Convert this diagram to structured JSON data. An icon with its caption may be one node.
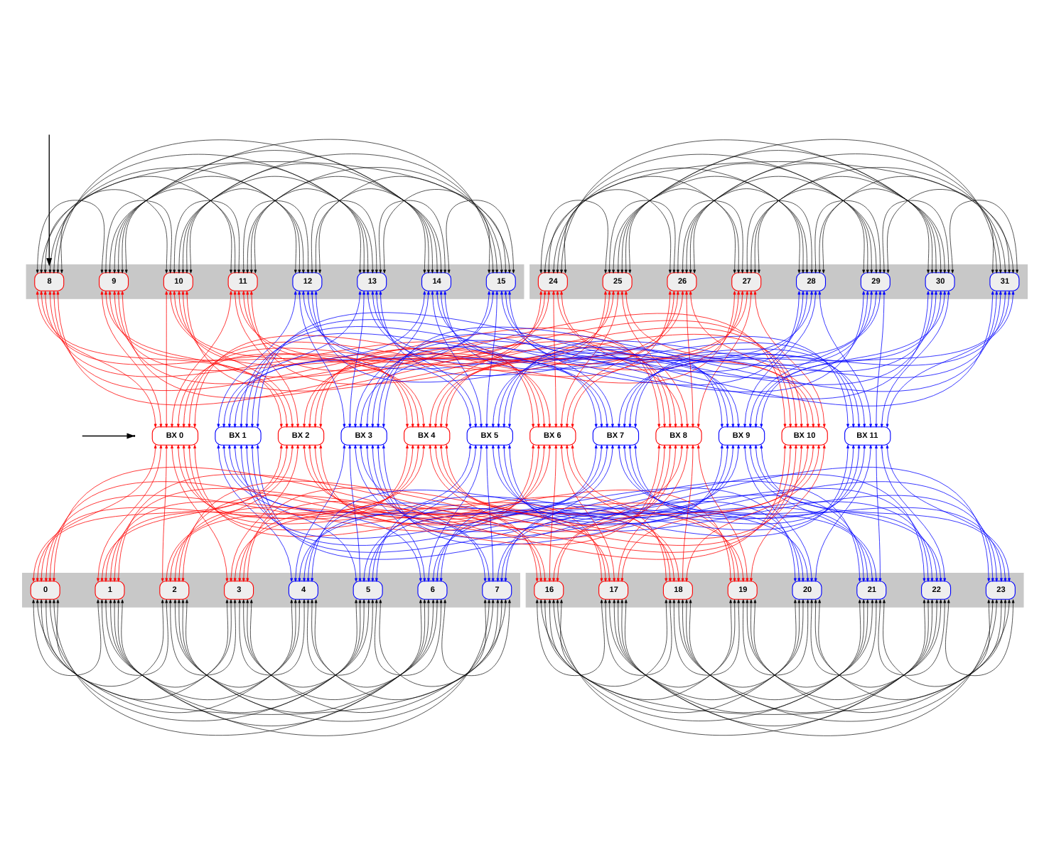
{
  "diagram": {
    "nodes": [
      {
        "text": [],
        "shape": "box"
      },
      {
        "text": [
          "8"
        ],
        "in": 0
      },
      {
        "text": [
          "9"
        ],
        "in": 0
      },
      {
        "text": [
          "10"
        ],
        "in": 0
      },
      {
        "text": [
          "11"
        ],
        "in": 0
      },
      {
        "text": [
          "12"
        ],
        "in": 0
      },
      {
        "text": [
          "13"
        ],
        "in": 0
      },
      {
        "text": [
          "14"
        ],
        "in": 0
      },
      {
        "text": [
          "15"
        ],
        "in": 0
      },
      {
        "text": [],
        "shape": "box"
      },
      {
        "text": [
          "24"
        ],
        "in": 9
      },
      {
        "text": [
          "25"
        ],
        "in": 9
      },
      {
        "text": [
          "26"
        ],
        "in": 9
      },
      {
        "text": [
          "27"
        ],
        "in": 9
      },
      {
        "text": [
          "28"
        ],
        "in": 9
      },
      {
        "text": [
          "29"
        ],
        "in": 9
      },
      {
        "text": [
          "30"
        ],
        "in": 9
      },
      {
        "text": [
          "31"
        ],
        "in": 9
      },
      {
        "text": [
          "BX 0"
        ]
      },
      {
        "text": [
          "BX 1"
        ]
      },
      {
        "text": [
          "BX 2"
        ]
      },
      {
        "text": [
          "BX 3"
        ]
      },
      {
        "text": [
          "BX 4"
        ]
      },
      {
        "text": [
          "BX 5"
        ]
      },
      {
        "text": [
          "BX 6"
        ]
      },
      {
        "text": [
          "BX 7"
        ]
      },
      {
        "text": [
          "BX 8"
        ]
      },
      {
        "text": [
          "BX 9"
        ]
      },
      {
        "text": [
          "BX 10"
        ]
      },
      {
        "text": [
          "BX 11"
        ]
      },
      {
        "text": [],
        "shape": "box"
      },
      {
        "text": [
          "0"
        ],
        "in": 30
      },
      {
        "text": [
          "1"
        ],
        "in": 30
      },
      {
        "text": [
          "2"
        ],
        "in": 30
      },
      {
        "text": [
          "3"
        ],
        "in": 30
      },
      {
        "text": [
          "4"
        ],
        "in": 30
      },
      {
        "text": [
          "5"
        ],
        "in": 30
      },
      {
        "text": [
          "6"
        ],
        "in": 30
      },
      {
        "text": [
          "7"
        ],
        "in": 30
      },
      {
        "text": [],
        "shape": "box"
      },
      {
        "text": [
          "16"
        ],
        "in": 39
      },
      {
        "text": [
          "17"
        ],
        "in": 39
      },
      {
        "text": [
          "18"
        ],
        "in": 39
      },
      {
        "text": [
          "19"
        ],
        "in": 39
      },
      {
        "text": [
          "20"
        ],
        "in": 39
      },
      {
        "text": [
          "21"
        ],
        "in": 39
      },
      {
        "text": [
          "22"
        ],
        "in": 39
      },
      {
        "text": [
          "23"
        ],
        "in": 39
      },
      {
        "text": [],
        "shape": "line"
      }
    ],
    "edges": [
      {
        "from": null,
        "to": 0,
        "arrow": "to"
      },
      {
        "from": null,
        "to": 48,
        "arrow": "to"
      },
      {
        "from": 1,
        "to": 2,
        "arrow": "both"
      },
      {
        "from": 1,
        "to": 3,
        "arrow": "both"
      },
      {
        "from": 1,
        "to": 4,
        "arrow": "both"
      },
      {
        "from": 1,
        "to": 5,
        "arrow": "both"
      },
      {
        "from": 1,
        "to": 6,
        "arrow": "both"
      },
      {
        "from": 1,
        "to": 7,
        "arrow": "both"
      },
      {
        "from": 1,
        "to": 8,
        "arrow": "both"
      },
      {
        "from": 2,
        "to": 3,
        "arrow": "both"
      },
      {
        "from": 2,
        "to": 4,
        "arrow": "both"
      },
      {
        "from": 2,
        "to": 5,
        "arrow": "both"
      },
      {
        "from": 2,
        "to": 6,
        "arrow": "both"
      },
      {
        "from": 2,
        "to": 7,
        "arrow": "both"
      },
      {
        "from": 2,
        "to": 8,
        "arrow": "both"
      },
      {
        "from": 3,
        "to": 4,
        "arrow": "both"
      },
      {
        "from": 3,
        "to": 5,
        "arrow": "both"
      },
      {
        "from": 3,
        "to": 6,
        "arrow": "both"
      },
      {
        "from": 3,
        "to": 7,
        "arrow": "both"
      },
      {
        "from": 3,
        "to": 8,
        "arrow": "both"
      },
      {
        "from": 4,
        "to": 5,
        "arrow": "both"
      },
      {
        "from": 4,
        "to": 6,
        "arrow": "both"
      },
      {
        "from": 4,
        "to": 7,
        "arrow": "both"
      },
      {
        "from": 4,
        "to": 8,
        "arrow": "both"
      },
      {
        "from": 5,
        "to": 6,
        "arrow": "both"
      },
      {
        "from": 5,
        "to": 7,
        "arrow": "both"
      },
      {
        "from": 5,
        "to": 8,
        "arrow": "both"
      },
      {
        "from": 6,
        "to": 7,
        "arrow": "both"
      },
      {
        "from": 6,
        "to": 8,
        "arrow": "both"
      },
      {
        "from": 7,
        "to": 8,
        "arrow": "both"
      },
      {
        "from": 10,
        "to": 11,
        "arrow": "both"
      },
      {
        "from": 10,
        "to": 12,
        "arrow": "both"
      },
      {
        "from": 10,
        "to": 13,
        "arrow": "both"
      },
      {
        "from": 10,
        "to": 14,
        "arrow": "both"
      },
      {
        "from": 10,
        "to": 15,
        "arrow": "both"
      },
      {
        "from": 10,
        "to": 16,
        "arrow": "both"
      },
      {
        "from": 10,
        "to": 17,
        "arrow": "both"
      },
      {
        "from": 11,
        "to": 12,
        "arrow": "both"
      },
      {
        "from": 11,
        "to": 13,
        "arrow": "both"
      },
      {
        "from": 11,
        "to": 14,
        "arrow": "both"
      },
      {
        "from": 11,
        "to": 15,
        "arrow": "both"
      },
      {
        "from": 11,
        "to": 16,
        "arrow": "both"
      },
      {
        "from": 11,
        "to": 17,
        "arrow": "both"
      },
      {
        "from": 12,
        "to": 13,
        "arrow": "both"
      },
      {
        "from": 12,
        "to": 14,
        "arrow": "both"
      },
      {
        "from": 12,
        "to": 15,
        "arrow": "both"
      },
      {
        "from": 12,
        "to": 16,
        "arrow": "both"
      },
      {
        "from": 12,
        "to": 17,
        "arrow": "both"
      },
      {
        "from": 13,
        "to": 14,
        "arrow": "both"
      },
      {
        "from": 13,
        "to": 15,
        "arrow": "both"
      },
      {
        "from": 13,
        "to": 16,
        "arrow": "both"
      },
      {
        "from": 13,
        "to": 17,
        "arrow": "both"
      },
      {
        "from": 14,
        "to": 15,
        "arrow": "both"
      },
      {
        "from": 14,
        "to": 16,
        "arrow": "both"
      },
      {
        "from": 14,
        "to": 17,
        "arrow": "both"
      },
      {
        "from": 15,
        "to": 16,
        "arrow": "both"
      },
      {
        "from": 15,
        "to": 17,
        "arrow": "both"
      },
      {
        "from": 16,
        "to": 17,
        "arrow": "both"
      },
      {
        "from": 31,
        "to": 32,
        "arrow": "both"
      },
      {
        "from": 31,
        "to": 33,
        "arrow": "both"
      },
      {
        "from": 31,
        "to": 34,
        "arrow": "both"
      },
      {
        "from": 31,
        "to": 35,
        "arrow": "both"
      },
      {
        "from": 31,
        "to": 36,
        "arrow": "both"
      },
      {
        "from": 31,
        "to": 37,
        "arrow": "both"
      },
      {
        "from": 31,
        "to": 38,
        "arrow": "both"
      },
      {
        "from": 32,
        "to": 33,
        "arrow": "both"
      },
      {
        "from": 32,
        "to": 34,
        "arrow": "both"
      },
      {
        "from": 32,
        "to": 35,
        "arrow": "both"
      },
      {
        "from": 32,
        "to": 36,
        "arrow": "both"
      },
      {
        "from": 32,
        "to": 37,
        "arrow": "both"
      },
      {
        "from": 32,
        "to": 38,
        "arrow": "both"
      },
      {
        "from": 33,
        "to": 34,
        "arrow": "both"
      },
      {
        "from": 33,
        "to": 35,
        "arrow": "both"
      },
      {
        "from": 33,
        "to": 36,
        "arrow": "both"
      },
      {
        "from": 33,
        "to": 37,
        "arrow": "both"
      },
      {
        "from": 33,
        "to": 38,
        "arrow": "both"
      },
      {
        "from": 34,
        "to": 35,
        "arrow": "both"
      },
      {
        "from": 34,
        "to": 36,
        "arrow": "both"
      },
      {
        "from": 34,
        "to": 37,
        "arrow": "both"
      },
      {
        "from": 34,
        "to": 38,
        "arrow": "both"
      },
      {
        "from": 35,
        "to": 36,
        "arrow": "both"
      },
      {
        "from": 35,
        "to": 37,
        "arrow": "both"
      },
      {
        "from": 35,
        "to": 38,
        "arrow": "both"
      },
      {
        "from": 36,
        "to": 37,
        "arrow": "both"
      },
      {
        "from": 36,
        "to": 38,
        "arrow": "both"
      },
      {
        "from": 37,
        "to": 38,
        "arrow": "both"
      },
      {
        "from": 40,
        "to": 41,
        "arrow": "both"
      },
      {
        "from": 40,
        "to": 42,
        "arrow": "both"
      },
      {
        "from": 40,
        "to": 43,
        "arrow": "both"
      },
      {
        "from": 40,
        "to": 44,
        "arrow": "both"
      },
      {
        "from": 40,
        "to": 45,
        "arrow": "both"
      },
      {
        "from": 40,
        "to": 46,
        "arrow": "both"
      },
      {
        "from": 40,
        "to": 47,
        "arrow": "both"
      },
      {
        "from": 41,
        "to": 42,
        "arrow": "both"
      },
      {
        "from": 41,
        "to": 43,
        "arrow": "both"
      },
      {
        "from": 41,
        "to": 44,
        "arrow": "both"
      },
      {
        "from": 41,
        "to": 45,
        "arrow": "both"
      },
      {
        "from": 41,
        "to": 46,
        "arrow": "both"
      },
      {
        "from": 41,
        "to": 47,
        "arrow": "both"
      },
      {
        "from": 42,
        "to": 43,
        "arrow": "both"
      },
      {
        "from": 42,
        "to": 44,
        "arrow": "both"
      },
      {
        "from": 42,
        "to": 45,
        "arrow": "both"
      },
      {
        "from": 42,
        "to": 46,
        "arrow": "both"
      },
      {
        "from": 42,
        "to": 47,
        "arrow": "both"
      },
      {
        "from": 43,
        "to": 44,
        "arrow": "both"
      },
      {
        "from": 43,
        "to": 45,
        "arrow": "both"
      },
      {
        "from": 43,
        "to": 46,
        "arrow": "both"
      },
      {
        "from": 43,
        "to": 47,
        "arrow": "both"
      },
      {
        "from": 44,
        "to": 45,
        "arrow": "both"
      },
      {
        "from": 44,
        "to": 46,
        "arrow": "both"
      },
      {
        "from": 44,
        "to": 47,
        "arrow": "both"
      },
      {
        "from": 45,
        "to": 46,
        "arrow": "both"
      },
      {
        "from": 45,
        "to": 47,
        "arrow": "both"
      },
      {
        "from": 46,
        "to": 47,
        "arrow": "both"
      },
      {
        "from": 1,
        "to": 18,
        "arrow": "both",
        "color": "#ff0000"
      },
      {
        "from": 2,
        "to": 18,
        "arrow": "both",
        "color": "#ff0000"
      },
      {
        "from": 3,
        "to": 18,
        "arrow": "both",
        "color": "#ff0000"
      },
      {
        "from": 4,
        "to": 18,
        "arrow": "both",
        "color": "#ff0000"
      },
      {
        "from": 10,
        "to": 18,
        "arrow": "both",
        "color": "#ff0000"
      },
      {
        "from": 11,
        "to": 18,
        "arrow": "both",
        "color": "#ff0000"
      },
      {
        "from": 12,
        "to": 18,
        "arrow": "both",
        "color": "#ff0000"
      },
      {
        "from": 13,
        "to": 18,
        "arrow": "both",
        "color": "#ff0000"
      },
      {
        "from": 18,
        "to": 31,
        "arrow": "both",
        "color": "#ff0000"
      },
      {
        "from": 18,
        "to": 32,
        "arrow": "both",
        "color": "#ff0000"
      },
      {
        "from": 18,
        "to": 33,
        "arrow": "both",
        "color": "#ff0000"
      },
      {
        "from": 18,
        "to": 34,
        "arrow": "both",
        "color": "#ff0000"
      },
      {
        "from": 18,
        "to": 40,
        "arrow": "both",
        "color": "#ff0000"
      },
      {
        "from": 18,
        "to": 41,
        "arrow": "both",
        "color": "#ff0000"
      },
      {
        "from": 18,
        "to": 42,
        "arrow": "both",
        "color": "#ff0000"
      },
      {
        "from": 18,
        "to": 43,
        "arrow": "both",
        "color": "#ff0000"
      },
      {
        "from": 5,
        "to": 19,
        "arrow": "both",
        "color": "#0000ff"
      },
      {
        "from": 6,
        "to": 19,
        "arrow": "both",
        "color": "#0000ff"
      },
      {
        "from": 7,
        "to": 19,
        "arrow": "both",
        "color": "#0000ff"
      },
      {
        "from": 8,
        "to": 19,
        "arrow": "both",
        "color": "#0000ff"
      },
      {
        "from": 14,
        "to": 19,
        "arrow": "both",
        "color": "#0000ff"
      },
      {
        "from": 15,
        "to": 19,
        "arrow": "both",
        "color": "#0000ff"
      },
      {
        "from": 16,
        "to": 19,
        "arrow": "both",
        "color": "#0000ff"
      },
      {
        "from": 17,
        "to": 19,
        "arrow": "both",
        "color": "#0000ff"
      },
      {
        "from": 19,
        "to": 35,
        "arrow": "both",
        "color": "#0000ff"
      },
      {
        "from": 19,
        "to": 36,
        "arrow": "both",
        "color": "#0000ff"
      },
      {
        "from": 19,
        "to": 37,
        "arrow": "both",
        "color": "#0000ff"
      },
      {
        "from": 19,
        "to": 38,
        "arrow": "both",
        "color": "#0000ff"
      },
      {
        "from": 19,
        "to": 44,
        "arrow": "both",
        "color": "#0000ff"
      },
      {
        "from": 19,
        "to": 45,
        "arrow": "both",
        "color": "#0000ff"
      },
      {
        "from": 19,
        "to": 46,
        "arrow": "both",
        "color": "#0000ff"
      },
      {
        "from": 19,
        "to": 47,
        "arrow": "both",
        "color": "#0000ff"
      },
      {
        "from": 1,
        "to": 20,
        "arrow": "both",
        "color": "#ff0000"
      },
      {
        "from": 2,
        "to": 20,
        "arrow": "both",
        "color": "#ff0000"
      },
      {
        "from": 3,
        "to": 20,
        "arrow": "both",
        "color": "#ff0000"
      },
      {
        "from": 4,
        "to": 20,
        "arrow": "both",
        "color": "#ff0000"
      },
      {
        "from": 10,
        "to": 20,
        "arrow": "both",
        "color": "#ff0000"
      },
      {
        "from": 11,
        "to": 20,
        "arrow": "both",
        "color": "#ff0000"
      },
      {
        "from": 12,
        "to": 20,
        "arrow": "both",
        "color": "#ff0000"
      },
      {
        "from": 13,
        "to": 20,
        "arrow": "both",
        "color": "#ff0000"
      },
      {
        "from": 20,
        "to": 31,
        "arrow": "both",
        "color": "#ff0000"
      },
      {
        "from": 20,
        "to": 32,
        "arrow": "both",
        "color": "#ff0000"
      },
      {
        "from": 20,
        "to": 33,
        "arrow": "both",
        "color": "#ff0000"
      },
      {
        "from": 20,
        "to": 34,
        "arrow": "both",
        "color": "#ff0000"
      },
      {
        "from": 20,
        "to": 40,
        "arrow": "both",
        "color": "#ff0000"
      },
      {
        "from": 20,
        "to": 41,
        "arrow": "both",
        "color": "#ff0000"
      },
      {
        "from": 20,
        "to": 42,
        "arrow": "both",
        "color": "#ff0000"
      },
      {
        "from": 20,
        "to": 43,
        "arrow": "both",
        "color": "#ff0000"
      },
      {
        "from": 5,
        "to": 21,
        "arrow": "both",
        "color": "#0000ff"
      },
      {
        "from": 6,
        "to": 21,
        "arrow": "both",
        "color": "#0000ff"
      },
      {
        "from": 7,
        "to": 21,
        "arrow": "both",
        "color": "#0000ff"
      },
      {
        "from": 8,
        "to": 21,
        "arrow": "both",
        "color": "#0000ff"
      },
      {
        "from": 14,
        "to": 21,
        "arrow": "both",
        "color": "#0000ff"
      },
      {
        "from": 15,
        "to": 21,
        "arrow": "both",
        "color": "#0000ff"
      },
      {
        "from": 16,
        "to": 21,
        "arrow": "both",
        "color": "#0000ff"
      },
      {
        "from": 17,
        "to": 21,
        "arrow": "both",
        "color": "#0000ff"
      },
      {
        "from": 21,
        "to": 35,
        "arrow": "both",
        "color": "#0000ff"
      },
      {
        "from": 21,
        "to": 36,
        "arrow": "both",
        "color": "#0000ff"
      },
      {
        "from": 21,
        "to": 37,
        "arrow": "both",
        "color": "#0000ff"
      },
      {
        "from": 21,
        "to": 38,
        "arrow": "both",
        "color": "#0000ff"
      },
      {
        "from": 21,
        "to": 44,
        "arrow": "both",
        "color": "#0000ff"
      },
      {
        "from": 21,
        "to": 45,
        "arrow": "both",
        "color": "#0000ff"
      },
      {
        "from": 21,
        "to": 46,
        "arrow": "both",
        "color": "#0000ff"
      },
      {
        "from": 21,
        "to": 47,
        "arrow": "both",
        "color": "#0000ff"
      },
      {
        "from": 1,
        "to": 22,
        "arrow": "both",
        "color": "#ff0000"
      },
      {
        "from": 2,
        "to": 22,
        "arrow": "both",
        "color": "#ff0000"
      },
      {
        "from": 3,
        "to": 22,
        "arrow": "both",
        "color": "#ff0000"
      },
      {
        "from": 4,
        "to": 22,
        "arrow": "both",
        "color": "#ff0000"
      },
      {
        "from": 10,
        "to": 22,
        "arrow": "both",
        "color": "#ff0000"
      },
      {
        "from": 11,
        "to": 22,
        "arrow": "both",
        "color": "#ff0000"
      },
      {
        "from": 12,
        "to": 22,
        "arrow": "both",
        "color": "#ff0000"
      },
      {
        "from": 13,
        "to": 22,
        "arrow": "both",
        "color": "#ff0000"
      },
      {
        "from": 22,
        "to": 31,
        "arrow": "both",
        "color": "#ff0000"
      },
      {
        "from": 22,
        "to": 32,
        "arrow": "both",
        "color": "#ff0000"
      },
      {
        "from": 22,
        "to": 33,
        "arrow": "both",
        "color": "#ff0000"
      },
      {
        "from": 22,
        "to": 34,
        "arrow": "both",
        "color": "#ff0000"
      },
      {
        "from": 22,
        "to": 40,
        "arrow": "both",
        "color": "#ff0000"
      },
      {
        "from": 22,
        "to": 41,
        "arrow": "both",
        "color": "#ff0000"
      },
      {
        "from": 22,
        "to": 42,
        "arrow": "both",
        "color": "#ff0000"
      },
      {
        "from": 22,
        "to": 43,
        "arrow": "both",
        "color": "#ff0000"
      },
      {
        "from": 5,
        "to": 23,
        "arrow": "both",
        "color": "#0000ff"
      },
      {
        "from": 6,
        "to": 23,
        "arrow": "both",
        "color": "#0000ff"
      },
      {
        "from": 7,
        "to": 23,
        "arrow": "both",
        "color": "#0000ff"
      },
      {
        "from": 8,
        "to": 23,
        "arrow": "both",
        "color": "#0000ff"
      },
      {
        "from": 14,
        "to": 23,
        "arrow": "both",
        "color": "#0000ff"
      },
      {
        "from": 15,
        "to": 23,
        "arrow": "both",
        "color": "#0000ff"
      },
      {
        "from": 16,
        "to": 23,
        "arrow": "both",
        "color": "#0000ff"
      },
      {
        "from": 17,
        "to": 23,
        "arrow": "both",
        "color": "#0000ff"
      },
      {
        "from": 23,
        "to": 35,
        "arrow": "both",
        "color": "#0000ff"
      },
      {
        "from": 23,
        "to": 36,
        "arrow": "both",
        "color": "#0000ff"
      },
      {
        "from": 23,
        "to": 37,
        "arrow": "both",
        "color": "#0000ff"
      },
      {
        "from": 23,
        "to": 38,
        "arrow": "both",
        "color": "#0000ff"
      },
      {
        "from": 23,
        "to": 44,
        "arrow": "both",
        "color": "#0000ff"
      },
      {
        "from": 23,
        "to": 45,
        "arrow": "both",
        "color": "#0000ff"
      },
      {
        "from": 23,
        "to": 46,
        "arrow": "both",
        "color": "#0000ff"
      },
      {
        "from": 23,
        "to": 47,
        "arrow": "both",
        "color": "#0000ff"
      },
      {
        "from": 1,
        "to": 24,
        "arrow": "both",
        "color": "#ff0000"
      },
      {
        "from": 2,
        "to": 24,
        "arrow": "both",
        "color": "#ff0000"
      },
      {
        "from": 3,
        "to": 24,
        "arrow": "both",
        "color": "#ff0000"
      },
      {
        "from": 4,
        "to": 24,
        "arrow": "both",
        "color": "#ff0000"
      },
      {
        "from": 10,
        "to": 24,
        "arrow": "both",
        "color": "#ff0000"
      },
      {
        "from": 11,
        "to": 24,
        "arrow": "both",
        "color": "#ff0000"
      },
      {
        "from": 12,
        "to": 24,
        "arrow": "both",
        "color": "#ff0000"
      },
      {
        "from": 13,
        "to": 24,
        "arrow": "both",
        "color": "#ff0000"
      },
      {
        "from": 24,
        "to": 31,
        "arrow": "both",
        "color": "#ff0000"
      },
      {
        "from": 24,
        "to": 32,
        "arrow": "both",
        "color": "#ff0000"
      },
      {
        "from": 24,
        "to": 33,
        "arrow": "both",
        "color": "#ff0000"
      },
      {
        "from": 24,
        "to": 34,
        "arrow": "both",
        "color": "#ff0000"
      },
      {
        "from": 24,
        "to": 40,
        "arrow": "both",
        "color": "#ff0000"
      },
      {
        "from": 24,
        "to": 41,
        "arrow": "both",
        "color": "#ff0000"
      },
      {
        "from": 24,
        "to": 42,
        "arrow": "both",
        "color": "#ff0000"
      },
      {
        "from": 24,
        "to": 43,
        "arrow": "both",
        "color": "#ff0000"
      },
      {
        "from": 5,
        "to": 25,
        "arrow": "both",
        "color": "#0000ff"
      },
      {
        "from": 6,
        "to": 25,
        "arrow": "both",
        "color": "#0000ff"
      },
      {
        "from": 7,
        "to": 25,
        "arrow": "both",
        "color": "#0000ff"
      },
      {
        "from": 8,
        "to": 25,
        "arrow": "both",
        "color": "#0000ff"
      },
      {
        "from": 14,
        "to": 25,
        "arrow": "both",
        "color": "#0000ff"
      },
      {
        "from": 15,
        "to": 25,
        "arrow": "both",
        "color": "#0000ff"
      },
      {
        "from": 16,
        "to": 25,
        "arrow": "both",
        "color": "#0000ff"
      },
      {
        "from": 17,
        "to": 25,
        "arrow": "both",
        "color": "#0000ff"
      },
      {
        "from": 25,
        "to": 35,
        "arrow": "both",
        "color": "#0000ff"
      },
      {
        "from": 25,
        "to": 36,
        "arrow": "both",
        "color": "#0000ff"
      },
      {
        "from": 25,
        "to": 37,
        "arrow": "both",
        "color": "#0000ff"
      },
      {
        "from": 25,
        "to": 38,
        "arrow": "both",
        "color": "#0000ff"
      },
      {
        "from": 25,
        "to": 44,
        "arrow": "both",
        "color": "#0000ff"
      },
      {
        "from": 25,
        "to": 45,
        "arrow": "both",
        "color": "#0000ff"
      },
      {
        "from": 25,
        "to": 46,
        "arrow": "both",
        "color": "#0000ff"
      },
      {
        "from": 25,
        "to": 47,
        "arrow": "both",
        "color": "#0000ff"
      },
      {
        "from": 1,
        "to": 26,
        "arrow": "both",
        "color": "#ff0000"
      },
      {
        "from": 2,
        "to": 26,
        "arrow": "both",
        "color": "#ff0000"
      },
      {
        "from": 3,
        "to": 26,
        "arrow": "both",
        "color": "#ff0000"
      },
      {
        "from": 4,
        "to": 26,
        "arrow": "both",
        "color": "#ff0000"
      },
      {
        "from": 10,
        "to": 26,
        "arrow": "both",
        "color": "#ff0000"
      },
      {
        "from": 11,
        "to": 26,
        "arrow": "both",
        "color": "#ff0000"
      },
      {
        "from": 12,
        "to": 26,
        "arrow": "both",
        "color": "#ff0000"
      },
      {
        "from": 13,
        "to": 26,
        "arrow": "both",
        "color": "#ff0000"
      },
      {
        "from": 26,
        "to": 31,
        "arrow": "both",
        "color": "#ff0000"
      },
      {
        "from": 26,
        "to": 32,
        "arrow": "both",
        "color": "#ff0000"
      },
      {
        "from": 26,
        "to": 33,
        "arrow": "both",
        "color": "#ff0000"
      },
      {
        "from": 26,
        "to": 34,
        "arrow": "both",
        "color": "#ff0000"
      },
      {
        "from": 26,
        "to": 40,
        "arrow": "both",
        "color": "#ff0000"
      },
      {
        "from": 26,
        "to": 41,
        "arrow": "both",
        "color": "#ff0000"
      },
      {
        "from": 26,
        "to": 42,
        "arrow": "both",
        "color": "#ff0000"
      },
      {
        "from": 26,
        "to": 43,
        "arrow": "both",
        "color": "#ff0000"
      },
      {
        "from": 5,
        "to": 27,
        "arrow": "both",
        "color": "#0000ff"
      },
      {
        "from": 6,
        "to": 27,
        "arrow": "both",
        "color": "#0000ff"
      },
      {
        "from": 7,
        "to": 27,
        "arrow": "both",
        "color": "#0000ff"
      },
      {
        "from": 8,
        "to": 27,
        "arrow": "both",
        "color": "#0000ff"
      },
      {
        "from": 14,
        "to": 27,
        "arrow": "both",
        "color": "#0000ff"
      },
      {
        "from": 15,
        "to": 27,
        "arrow": "both",
        "color": "#0000ff"
      },
      {
        "from": 16,
        "to": 27,
        "arrow": "both",
        "color": "#0000ff"
      },
      {
        "from": 17,
        "to": 27,
        "arrow": "both",
        "color": "#0000ff"
      },
      {
        "from": 27,
        "to": 35,
        "arrow": "both",
        "color": "#0000ff"
      },
      {
        "from": 27,
        "to": 36,
        "arrow": "both",
        "color": "#0000ff"
      },
      {
        "from": 27,
        "to": 37,
        "arrow": "both",
        "color": "#0000ff"
      },
      {
        "from": 27,
        "to": 38,
        "arrow": "both",
        "color": "#0000ff"
      },
      {
        "from": 27,
        "to": 44,
        "arrow": "both",
        "color": "#0000ff"
      },
      {
        "from": 27,
        "to": 45,
        "arrow": "both",
        "color": "#0000ff"
      },
      {
        "from": 27,
        "to": 46,
        "arrow": "both",
        "color": "#0000ff"
      },
      {
        "from": 27,
        "to": 47,
        "arrow": "both",
        "color": "#0000ff"
      },
      {
        "from": 1,
        "to": 28,
        "arrow": "both",
        "color": "#ff0000"
      },
      {
        "from": 2,
        "to": 28,
        "arrow": "both",
        "color": "#ff0000"
      },
      {
        "from": 3,
        "to": 28,
        "arrow": "both",
        "color": "#ff0000"
      },
      {
        "from": 4,
        "to": 28,
        "arrow": "both",
        "color": "#ff0000"
      },
      {
        "from": 10,
        "to": 28,
        "arrow": "both",
        "color": "#ff0000"
      },
      {
        "from": 11,
        "to": 28,
        "arrow": "both",
        "color": "#ff0000"
      },
      {
        "from": 12,
        "to": 28,
        "arrow": "both",
        "color": "#ff0000"
      },
      {
        "from": 13,
        "to": 28,
        "arrow": "both",
        "color": "#ff0000"
      },
      {
        "from": 28,
        "to": 31,
        "arrow": "both",
        "color": "#ff0000"
      },
      {
        "from": 28,
        "to": 32,
        "arrow": "both",
        "color": "#ff0000"
      },
      {
        "from": 28,
        "to": 33,
        "arrow": "both",
        "color": "#ff0000"
      },
      {
        "from": 28,
        "to": 34,
        "arrow": "both",
        "color": "#ff0000"
      },
      {
        "from": 28,
        "to": 40,
        "arrow": "both",
        "color": "#ff0000"
      },
      {
        "from": 28,
        "to": 41,
        "arrow": "both",
        "color": "#ff0000"
      },
      {
        "from": 28,
        "to": 42,
        "arrow": "both",
        "color": "#ff0000"
      },
      {
        "from": 28,
        "to": 43,
        "arrow": "both",
        "color": "#ff0000"
      },
      {
        "from": 5,
        "to": 29,
        "arrow": "both",
        "color": "#0000ff"
      },
      {
        "from": 6,
        "to": 29,
        "arrow": "both",
        "color": "#0000ff"
      },
      {
        "from": 7,
        "to": 29,
        "arrow": "both",
        "color": "#0000ff"
      },
      {
        "from": 8,
        "to": 29,
        "arrow": "both",
        "color": "#0000ff"
      },
      {
        "from": 14,
        "to": 29,
        "arrow": "both",
        "color": "#0000ff"
      },
      {
        "from": 15,
        "to": 29,
        "arrow": "both",
        "color": "#0000ff"
      },
      {
        "from": 16,
        "to": 29,
        "arrow": "both",
        "color": "#0000ff"
      },
      {
        "from": 17,
        "to": 29,
        "arrow": "both",
        "color": "#0000ff"
      },
      {
        "from": 29,
        "to": 35,
        "arrow": "both",
        "color": "#0000ff"
      },
      {
        "from": 29,
        "to": 36,
        "arrow": "both",
        "color": "#0000ff"
      },
      {
        "from": 29,
        "to": 37,
        "arrow": "both",
        "color": "#0000ff"
      },
      {
        "from": 29,
        "to": 38,
        "arrow": "both",
        "color": "#0000ff"
      },
      {
        "from": 29,
        "to": 44,
        "arrow": "both",
        "color": "#0000ff"
      },
      {
        "from": 29,
        "to": 45,
        "arrow": "both",
        "color": "#0000ff"
      },
      {
        "from": 29,
        "to": 46,
        "arrow": "both",
        "color": "#0000ff"
      },
      {
        "from": 29,
        "to": 47,
        "arrow": "both",
        "color": "#0000ff"
      }
    ]
  }
}
